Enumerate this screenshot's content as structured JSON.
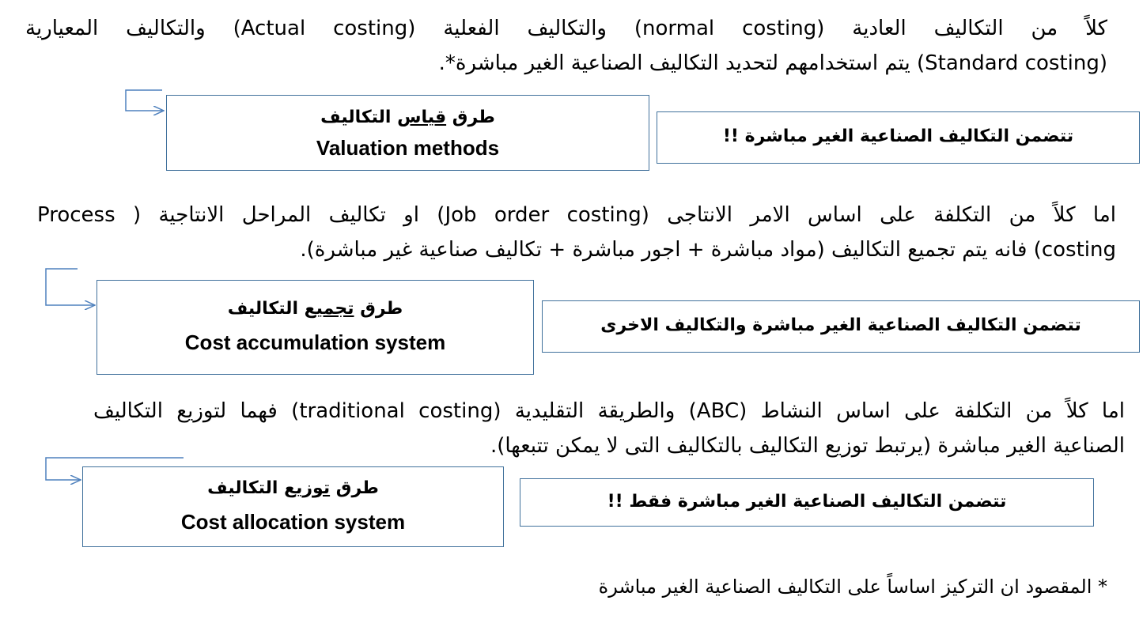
{
  "paragraph1": {
    "line1": "كلاً من التكاليف العادية (normal costing) والتكاليف الفعلية (Actual costing) والتكاليف المعيارية",
    "line2": "(Standard costing) يتم استخدامهم لتحديد التكاليف الصناعية الغير مباشرة*."
  },
  "block1": {
    "method_prefix": "طرق",
    "method_key": "قياس",
    "method_suffix": "التكاليف",
    "method_en": "Valuation methods",
    "note": "تتضمن التكاليف الصناعية الغير مباشرة !!"
  },
  "paragraph2": {
    "line1": "اما كلاً من التكلفة على اساس الامر الانتاجى (Job order costing) او تكاليف المراحل الانتاجية ( Process",
    "line2": "costing) فانه يتم تجميع التكاليف (مواد مباشرة + اجور مباشرة + تكاليف صناعية غير مباشرة)."
  },
  "block2": {
    "method_prefix": "طرق",
    "method_key": "تجميع",
    "method_suffix": "التكاليف",
    "method_en": "Cost accumulation system",
    "note": "تتضمن التكاليف الصناعية الغير مباشرة والتكاليف الاخرى"
  },
  "paragraph3": {
    "line1": "اما كلاً من التكلفة على اساس النشاط (ABC) والطريقة التقليدية (traditional costing) فهما لتوزيع التكاليف",
    "line2": "الصناعية الغير مباشرة (يرتبط توزيع التكاليف بالتكاليف التى لا يمكن تتبعها)."
  },
  "block3": {
    "method_prefix": "طرق",
    "method_key": "توزيع",
    "method_suffix": "التكاليف",
    "method_en": "Cost allocation system",
    "note": "تتضمن التكاليف الصناعية الغير مباشرة فقط !!"
  },
  "footnote": "* المقصود ان التركيز اساساً على التكاليف الصناعية الغير مباشرة",
  "colors": {
    "box_border": "#41719c",
    "arrow": "#4f81bd"
  }
}
